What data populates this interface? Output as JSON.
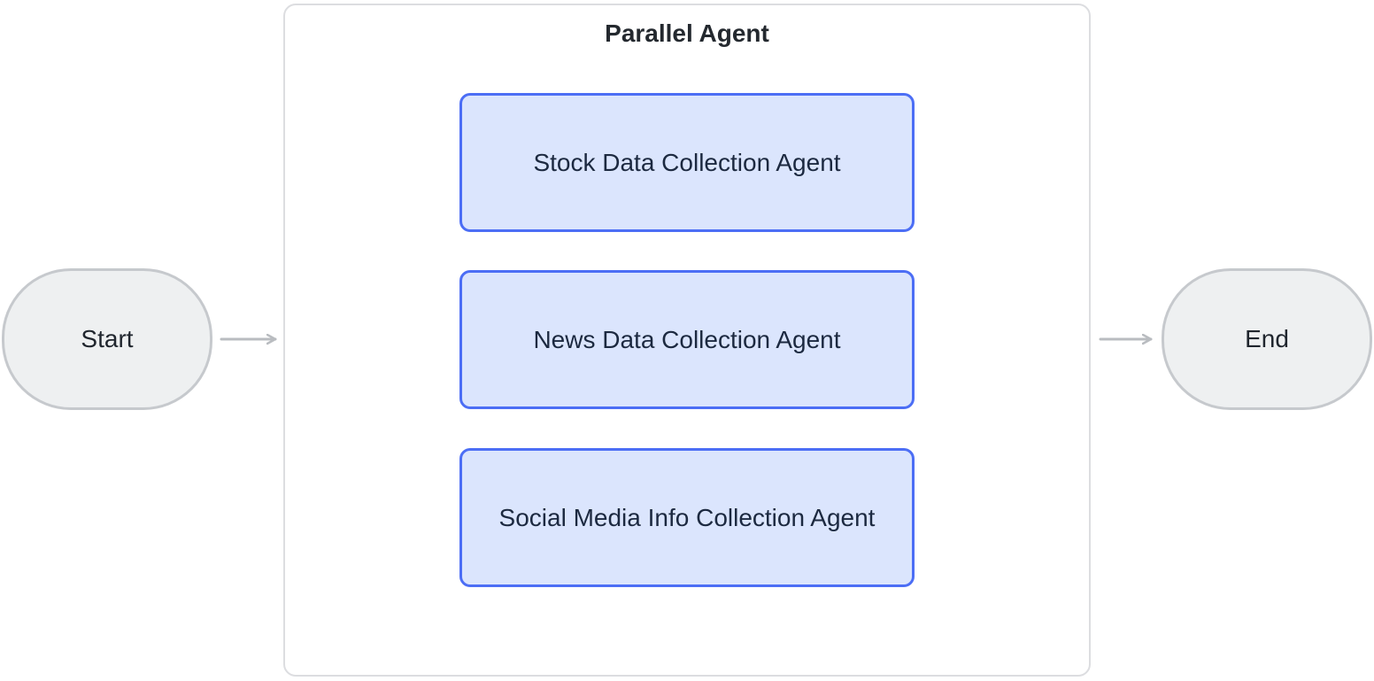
{
  "diagram": {
    "start_node": {
      "label": "Start"
    },
    "end_node": {
      "label": "End"
    },
    "parallel_group": {
      "title": "Parallel Agent",
      "agents": [
        {
          "label": "Stock Data Collection Agent"
        },
        {
          "label": "News Data Collection Agent"
        },
        {
          "label": "Social Media Info Collection Agent"
        }
      ]
    },
    "colors": {
      "agent_fill": "#dbe5fd",
      "agent_border": "#4c6ef5",
      "terminal_fill": "#eef0f1",
      "terminal_border": "#c6c9cd",
      "group_border": "#dcdde0",
      "connector": "#b9bcc0",
      "text": "#1c2940",
      "title_text": "#24292f"
    }
  }
}
